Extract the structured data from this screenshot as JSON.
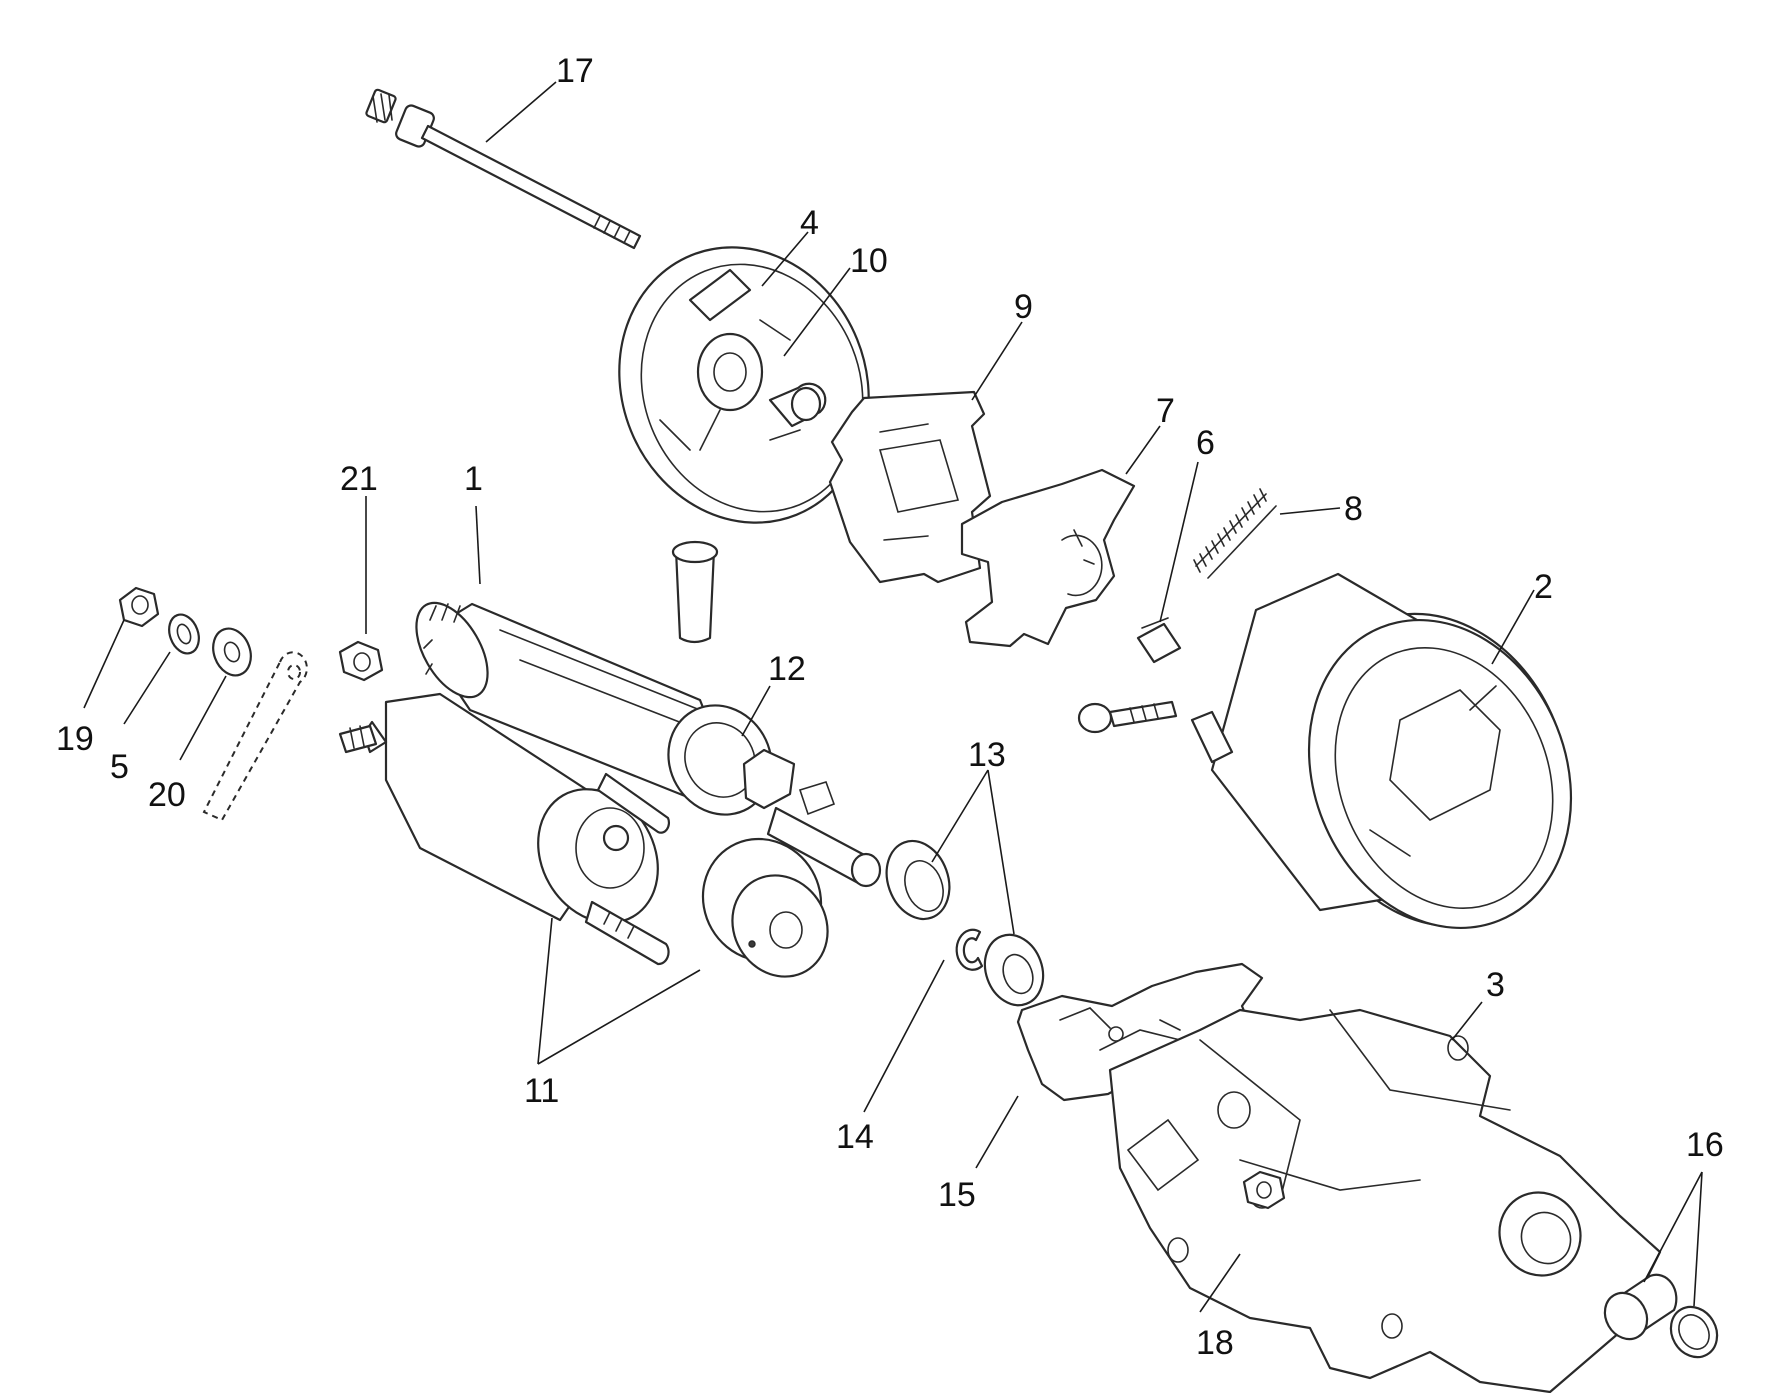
{
  "labels": {
    "l1": "1",
    "l2": "2",
    "l3": "3",
    "l4": "4",
    "l5": "5",
    "l6": "6",
    "l7": "7",
    "l8": "8",
    "l9": "9",
    "l10": "10",
    "l11": "11",
    "l12": "12",
    "l13": "13",
    "l14": "14",
    "l15": "15",
    "l16": "16",
    "l17": "17",
    "l18": "18",
    "l19": "19",
    "l20": "20",
    "l21": "21"
  },
  "colors": {
    "ink": "#2a2a2a",
    "paper": "#ffffff"
  }
}
